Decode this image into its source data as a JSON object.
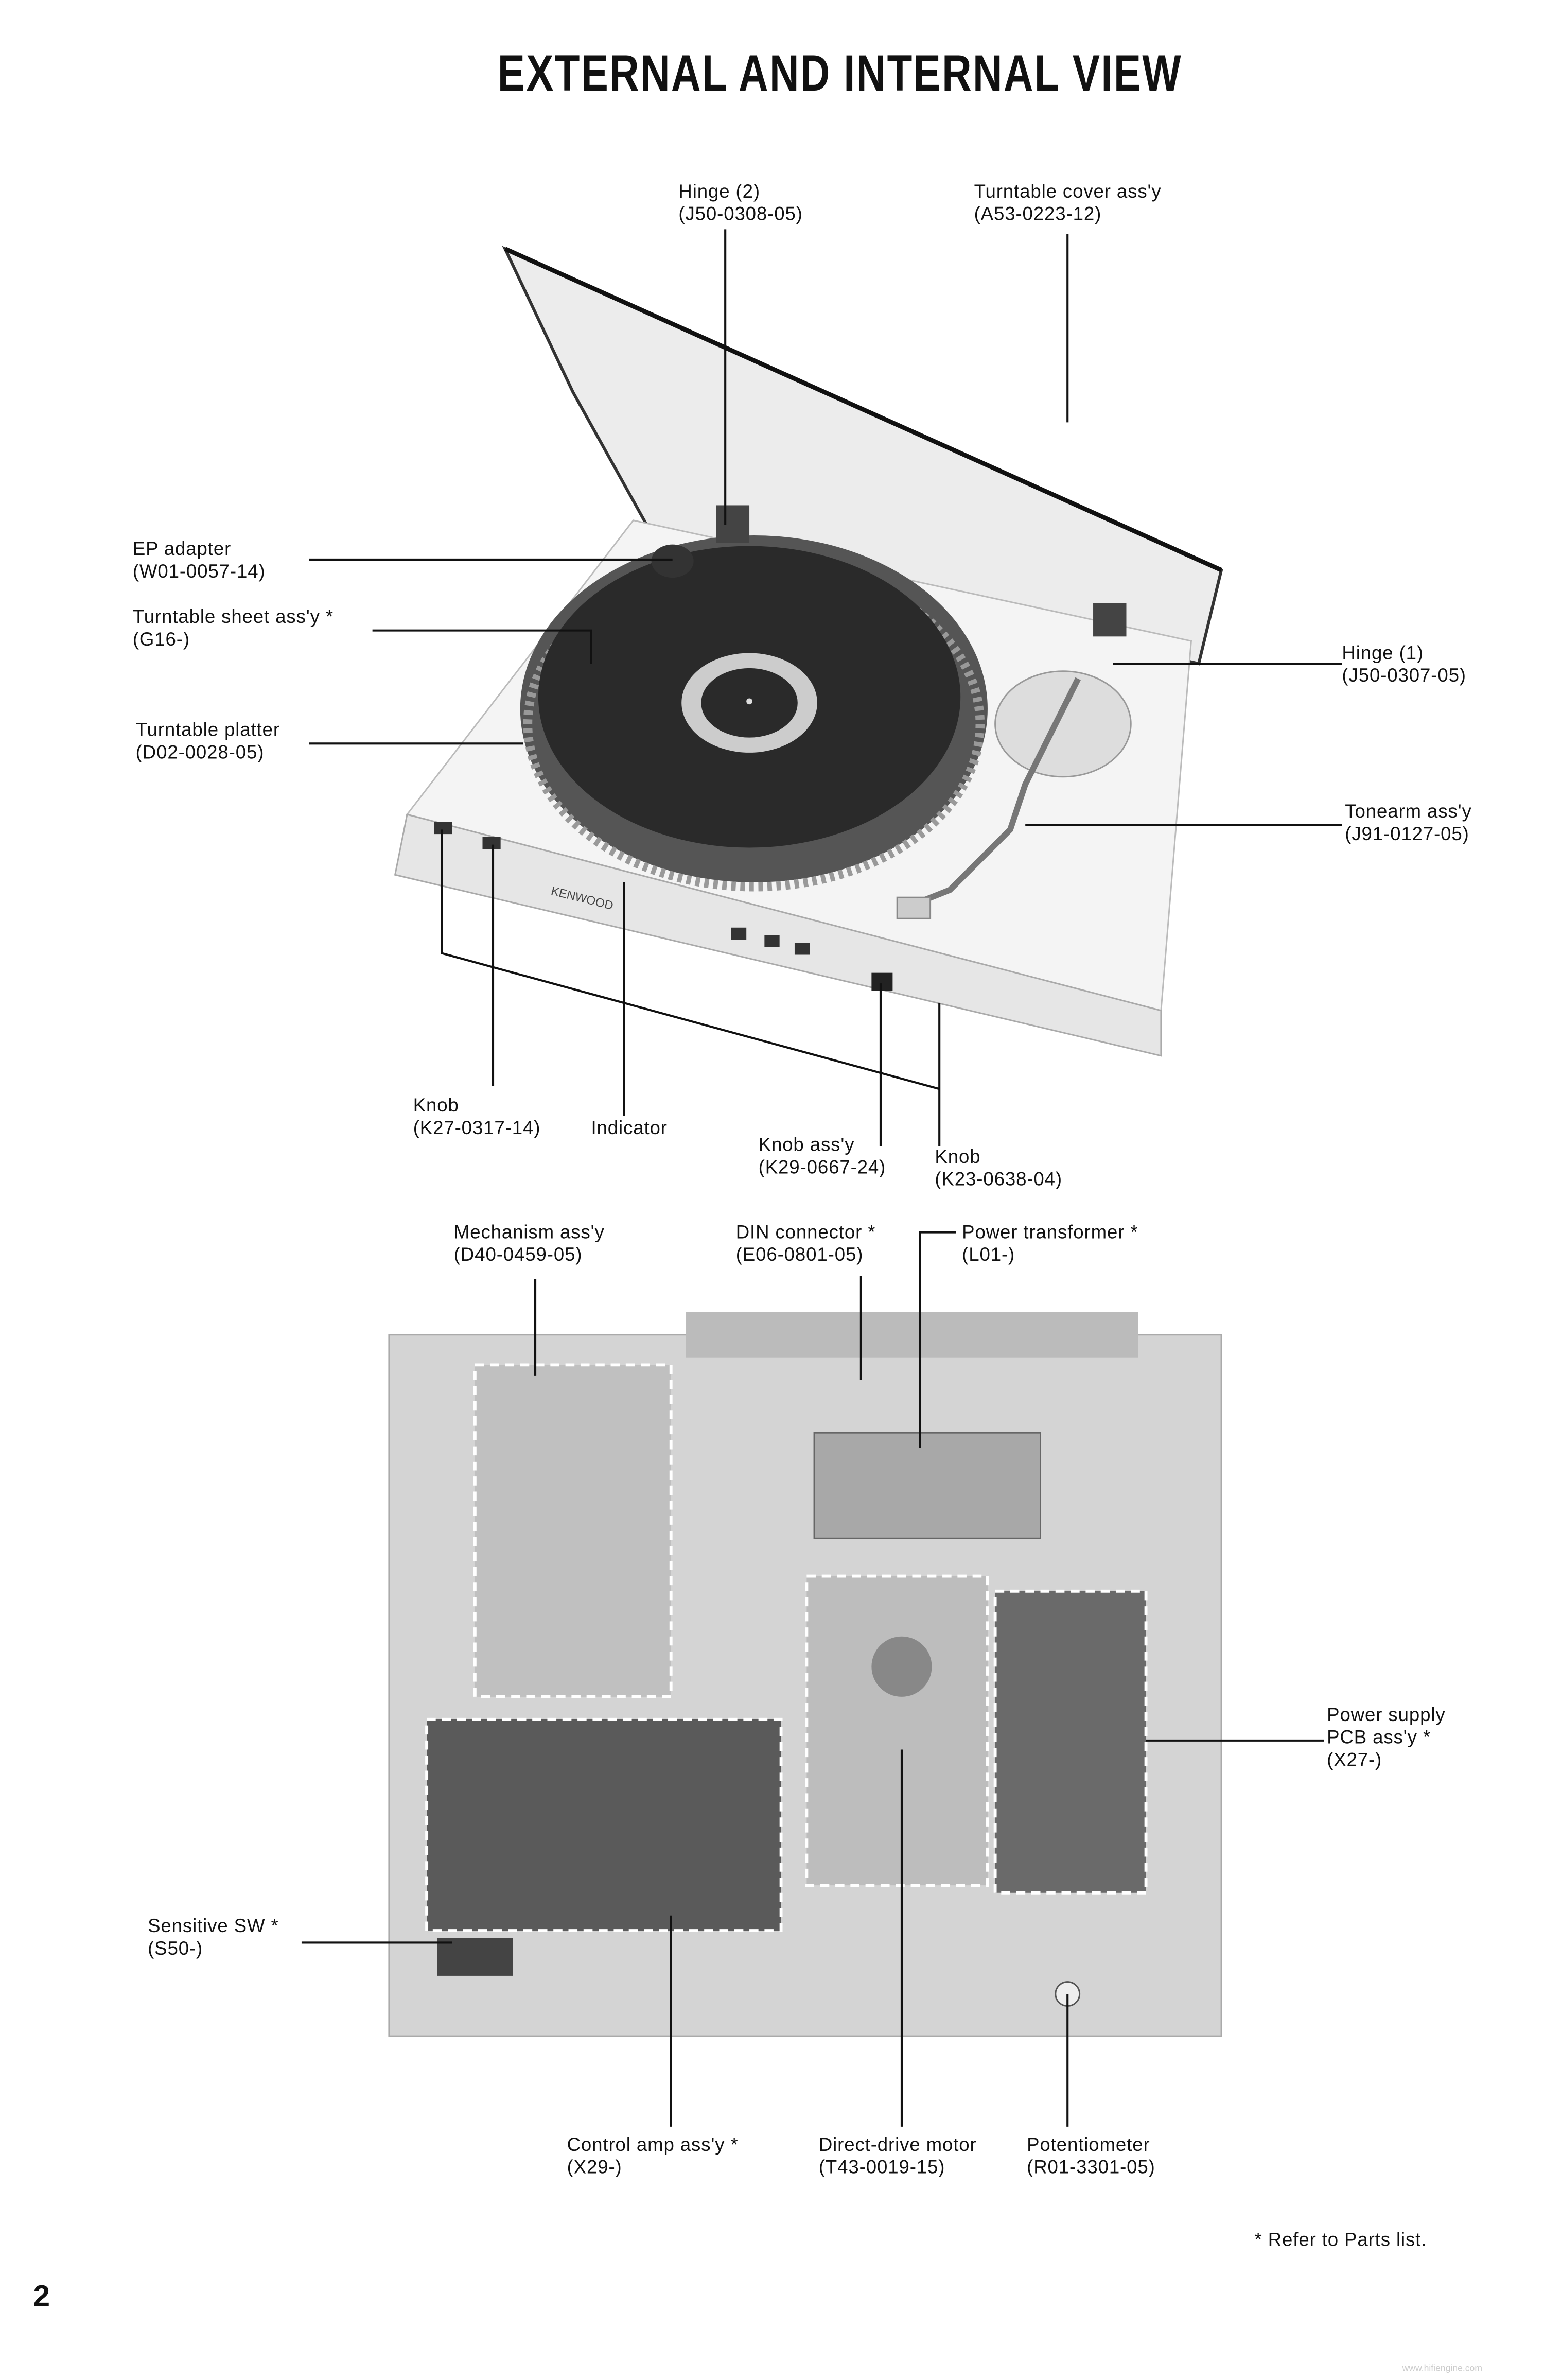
{
  "title": "EXTERNAL AND INTERNAL VIEW",
  "external_labels": {
    "hinge2": {
      "name": "Hinge (2)",
      "part": "(J50-0308-05)"
    },
    "cover": {
      "name": "Turntable cover ass'y",
      "part": "(A53-0223-12)"
    },
    "ep_adapter": {
      "name": "EP adapter",
      "part": "(W01-0057-14)"
    },
    "sheet": {
      "name": "Turntable sheet ass'y *",
      "part": "(G16-)"
    },
    "platter": {
      "name": "Turntable platter",
      "part": "(D02-0028-05)"
    },
    "hinge1": {
      "name": "Hinge (1)",
      "part": "(J50-0307-05)"
    },
    "tonearm": {
      "name": "Tonearm ass'y",
      "part": "(J91-0127-05)"
    },
    "knob1": {
      "name": "Knob",
      "part": "(K27-0317-14)"
    },
    "indicator": {
      "name": "Indicator"
    },
    "knob_assy": {
      "name": "Knob ass'y",
      "part": "(K29-0667-24)"
    },
    "knob2": {
      "name": "Knob",
      "part": "(K23-0638-04)"
    }
  },
  "internal_labels": {
    "mechanism": {
      "name": "Mechanism ass'y",
      "part": "(D40-0459-05)"
    },
    "din": {
      "name": "DIN connector *",
      "part": "(E06-0801-05)"
    },
    "transformer": {
      "name": "Power transformer *",
      "part": "(L01-)"
    },
    "psu": {
      "name": "Power supply",
      "name2": "PCB ass'y *",
      "part": "(X27-)"
    },
    "sensitive_sw": {
      "name": "Sensitive SW *",
      "part": "(S50-)"
    },
    "control_amp": {
      "name": "Control amp ass'y *",
      "part": "(X29-)"
    },
    "motor": {
      "name": "Direct-drive motor",
      "part": "(T43-0019-15)"
    },
    "pot": {
      "name": "Potentiometer",
      "part": "(R01-3301-05)"
    }
  },
  "note": "* Refer to Parts list.",
  "page_number": "2",
  "brand": "KENWOOD",
  "watermark": "www.hifiengine.com"
}
